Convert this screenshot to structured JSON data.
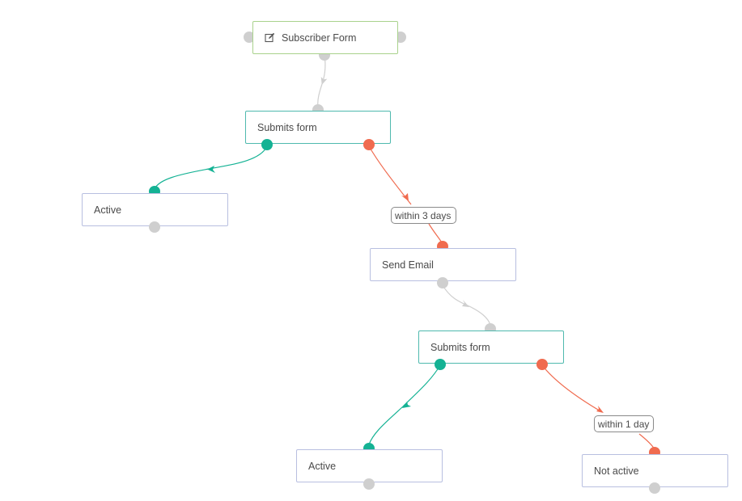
{
  "colors": {
    "condition_true": "#14b294",
    "condition_false": "#f06b4f",
    "neutral_connector": "#cfcfcf",
    "start_border": "#a9d28c",
    "condition_border": "#4fb9ae",
    "action_border": "#b8bfe0"
  },
  "nodes": {
    "subscriber_form": {
      "label": "Subscriber Form",
      "icon": "edit-icon"
    },
    "submits_form_1": {
      "label": "Submits form"
    },
    "active_1": {
      "label": "Active"
    },
    "send_email": {
      "label": "Send Email"
    },
    "submits_form_2": {
      "label": "Submits form"
    },
    "active_2": {
      "label": "Active"
    },
    "not_active": {
      "label": "Not active"
    }
  },
  "edge_labels": {
    "within_3_days": "within 3 days",
    "within_1_day": "within 1 day"
  }
}
